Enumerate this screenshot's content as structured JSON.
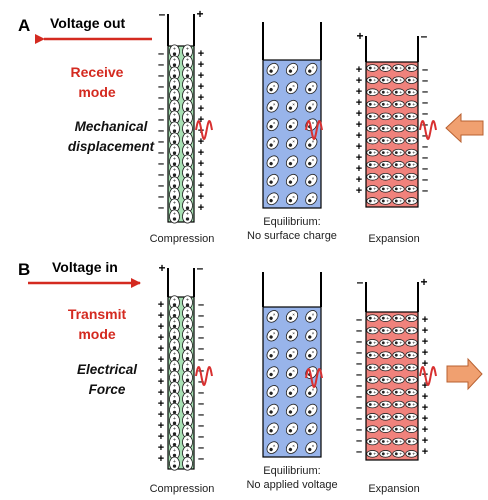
{
  "colors": {
    "compression_fill": "#a8e0b4",
    "equilibrium_fill": "#98b4ea",
    "expansion_fill": "#f0827c",
    "wave": "#d83030",
    "label_red": "#d42a20",
    "input_arrow": "#f0a070"
  },
  "panel_a": {
    "letter": "A",
    "arrow_label": "Voltage out",
    "mode_line1": "Receive",
    "mode_line2": "mode",
    "desc_line1": "Mechanical",
    "desc_line2": "displacement",
    "captions": {
      "compression": "Compression",
      "equilibrium_line1": "Equilibrium:",
      "equilibrium_line2": "No surface charge",
      "expansion": "Expansion"
    }
  },
  "panel_b": {
    "letter": "B",
    "arrow_label": "Voltage in",
    "mode_line1": "Transmit",
    "mode_line2": "mode",
    "desc_line1": "Electrical",
    "desc_line2": "Force",
    "captions": {
      "compression": "Compression",
      "equilibrium_line1": "Equilibrium:",
      "equilibrium_line2": "No applied voltage",
      "expansion": "Expansion"
    }
  },
  "charge_symbols": {
    "plus": "+",
    "minus": "–"
  }
}
